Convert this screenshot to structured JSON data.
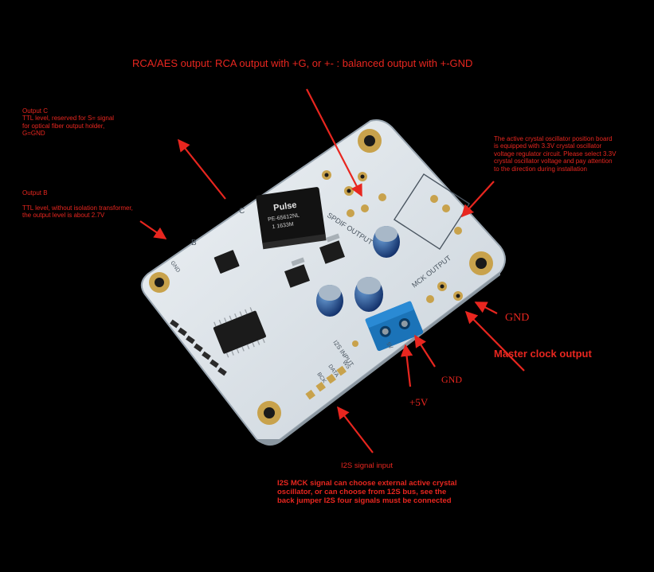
{
  "annotations": {
    "top": "RCA/AES output: RCA output with +G, or +- : balanced output with +-GND",
    "output_c": "Output C\nTTL level, reserved for S= signal\nfor optical fiber output holder,\nG=GND",
    "output_b": "Output B\n\nTTL level, without isolation transformer,\n the output level is about 2.7V",
    "crystal": "The active crystal oscillator position board\nis equipped with 3.3V crystal oscillator\nvoltage regulator circuit. Please select 3.3V\ncrystal oscillator voltage and pay attention\nto the direction during installation",
    "gnd_right": "GND",
    "master_clock": "Master clock output",
    "gnd_bottom": "GND",
    "plus5v": "+5V",
    "i2s_title": "I2S signal input",
    "i2s_desc": "I2S MCK signal can choose external active crystal\noscillator, or can choose from 12S bus, see the\nback jumper I2S four signals must be connected"
  },
  "board_silkscreen": {
    "pulse_brand": "Pulse",
    "pulse_part": "PE-65612NL",
    "pulse_lot": "1  1633M",
    "spdif": "SPDIF OUTPUT",
    "mck_output": "MCK OUTPUT",
    "i2s_input": "I2S INPUT",
    "label_c": "C",
    "label_b": "B",
    "label_gnd": "GND",
    "label_5v": "5V",
    "ws": "WS",
    "bck": "BCK",
    "data": "DATA"
  },
  "colors": {
    "annotation": "#e8261f",
    "board": "#dfe6ec",
    "terminal": "#1b73b8",
    "background": "#000000"
  }
}
